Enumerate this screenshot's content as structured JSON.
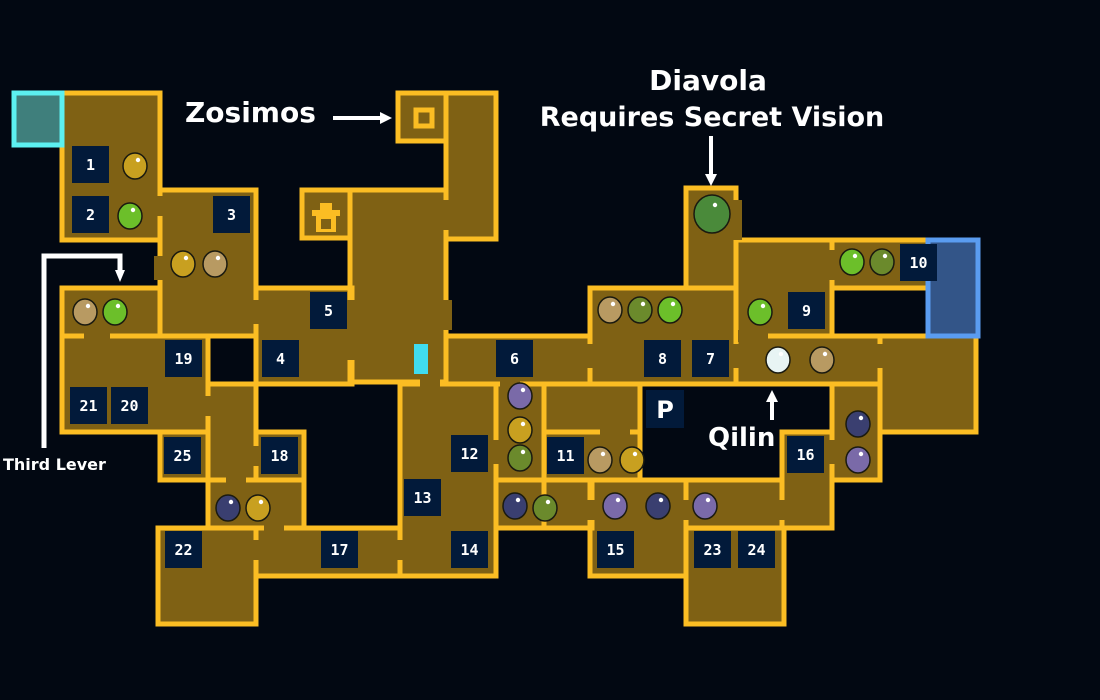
{
  "colors": {
    "background": "#020812",
    "room_fill": "#7f6114",
    "wall": "#fbbd23",
    "badge": "#021a3a",
    "entrance_left": "#3f7f7c",
    "entrance_left_border": "#5cf0f0",
    "entrance_right": "#335588",
    "entrance_right_border": "#5a9cf0",
    "save_point": "#40dcf0"
  },
  "annotations": {
    "zosimos": "Zosimos",
    "diavola_line1": "Diavola",
    "diavola_line2": "Requires Secret Vision",
    "third_lever": "Third Lever",
    "qilin": "Qilin"
  },
  "room_numbers": [
    "1",
    "2",
    "3",
    "4",
    "5",
    "6",
    "7",
    "8",
    "9",
    "10",
    "11",
    "12",
    "13",
    "14",
    "15",
    "16",
    "17",
    "18",
    "19",
    "20",
    "21",
    "22",
    "23",
    "24",
    "25"
  ],
  "markers": {
    "portal": "P",
    "shop_icon": "shop-icon",
    "teleport_icon": "ring-icon"
  },
  "monsters": [
    "spear-bird",
    "mantis",
    "spear-bird",
    "lizard",
    "lizard",
    "mantis",
    "diavola",
    "mantis",
    "snake",
    "lizard",
    "snake",
    "mantis",
    "mantis",
    "qilin",
    "lizard",
    "mole",
    "spear-bird",
    "snake",
    "lizard",
    "spear-bird",
    "armadillo",
    "snake",
    "mole",
    "armadillo",
    "mole",
    "mole",
    "armadillo",
    "armadillo",
    "spear-bird"
  ]
}
